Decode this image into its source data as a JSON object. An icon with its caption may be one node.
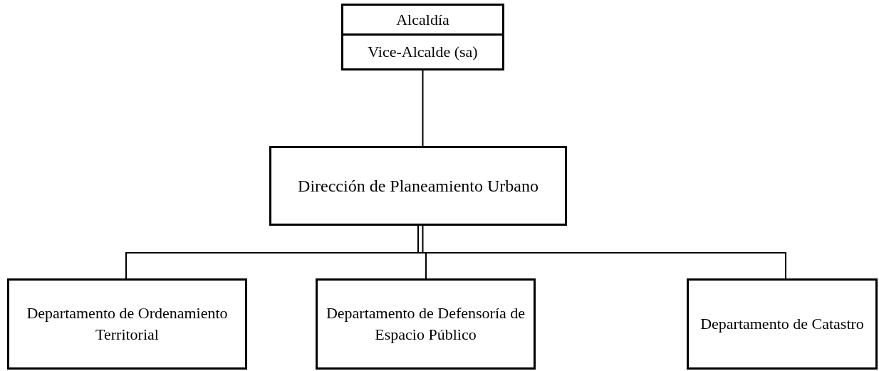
{
  "diagram": {
    "nodes": [
      {
        "text": [
          "Alcaldía"
        ]
      },
      {
        "text": [
          "Vice-Alcalde (sa)"
        ]
      },
      {
        "text": [
          "Dirección de Planeamiento Urbano"
        ]
      },
      {
        "text": [
          "Departamento de Ordenamiento Territorial"
        ]
      },
      {
        "text": [
          "Departamento de Defensoría de Espacio Público"
        ]
      },
      {
        "text": [
          "Departamento de Catastro"
        ]
      }
    ],
    "edges": [
      {
        "from": 1,
        "to": 2,
        "arrow": "none"
      },
      {
        "from": 2,
        "to": 3,
        "arrow": "none"
      },
      {
        "from": 2,
        "to": 4,
        "arrow": "none"
      },
      {
        "from": 2,
        "to": 5,
        "arrow": "none"
      }
    ]
  }
}
